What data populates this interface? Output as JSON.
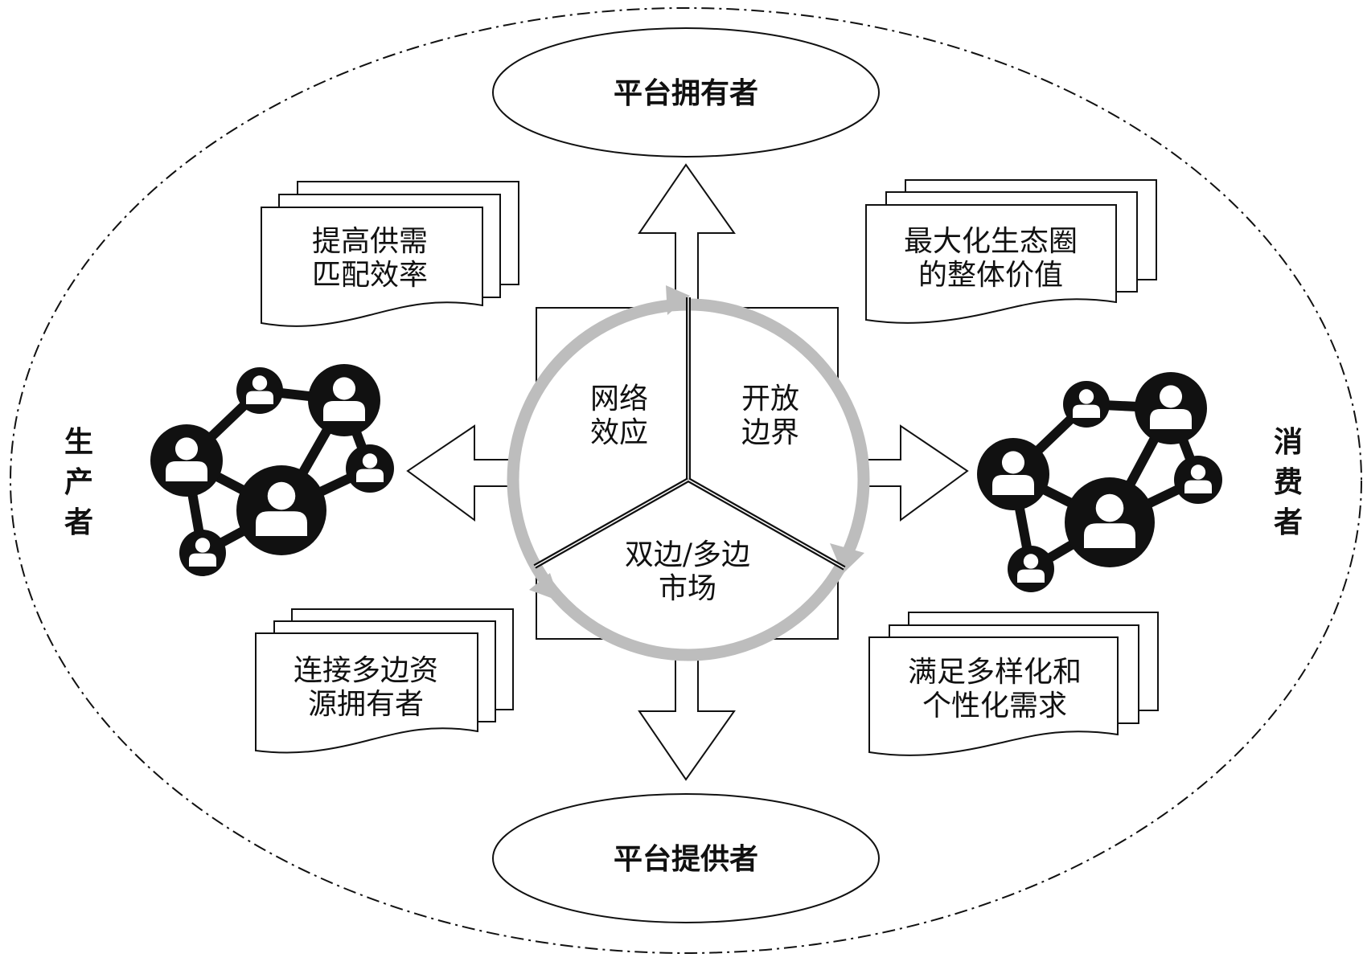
{
  "top_role": "平台拥有者",
  "bottom_role": "平台提供者",
  "left_role": [
    "生",
    "产",
    "者"
  ],
  "right_role": [
    "消",
    "费",
    "者"
  ],
  "notes": {
    "top_left": [
      "提高供需",
      "匹配效率"
    ],
    "bottom_left": [
      "连接多边资",
      "源拥有者"
    ],
    "top_right": [
      "最大化生态圈",
      "的整体价值"
    ],
    "bottom_right": [
      "满足多样化和",
      "个性化需求"
    ]
  },
  "center": {
    "sector_left": [
      "网络",
      "效应"
    ],
    "sector_right": [
      "开放",
      "边界"
    ],
    "sector_bottom": [
      "双边/多边",
      "市场"
    ]
  },
  "colors": {
    "ring": "#bdbdbd",
    "ink": "#111111"
  },
  "icons": {
    "left_network": "people-network-icon",
    "right_network": "people-network-icon"
  }
}
